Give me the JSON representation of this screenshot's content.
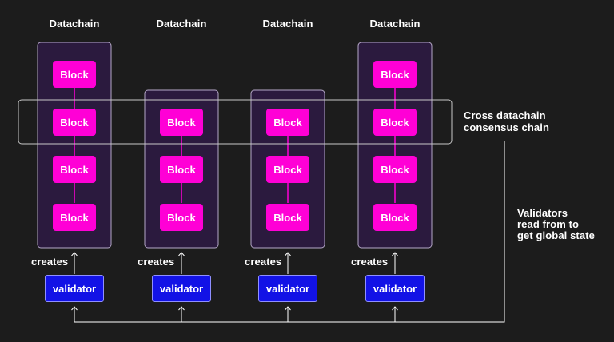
{
  "colors": {
    "background": "#1c1c1c",
    "block": "#ff00d6",
    "validator": "#1212e6",
    "validator_border": "#8f8fff",
    "chain_fill": "#2b1a3e",
    "chain_border": "#b6a9c9",
    "line": "#ffffff"
  },
  "datachains": [
    {
      "title": "Datachain",
      "blocks": [
        "Block",
        "Block",
        "Block",
        "Block"
      ],
      "creates_label": "creates",
      "validator_label": "validator"
    },
    {
      "title": "Datachain",
      "blocks": [
        "Block",
        "Block",
        "Block"
      ],
      "creates_label": "creates",
      "validator_label": "validator"
    },
    {
      "title": "Datachain",
      "blocks": [
        "Block",
        "Block",
        "Block"
      ],
      "creates_label": "creates",
      "validator_label": "validator"
    },
    {
      "title": "Datachain",
      "blocks": [
        "Block",
        "Block",
        "Block",
        "Block"
      ],
      "creates_label": "creates",
      "validator_label": "validator"
    }
  ],
  "cross_chain_label": [
    "Cross datachain",
    "consensus chain"
  ],
  "validators_note": [
    "Validators",
    "read from to",
    "get global state"
  ]
}
